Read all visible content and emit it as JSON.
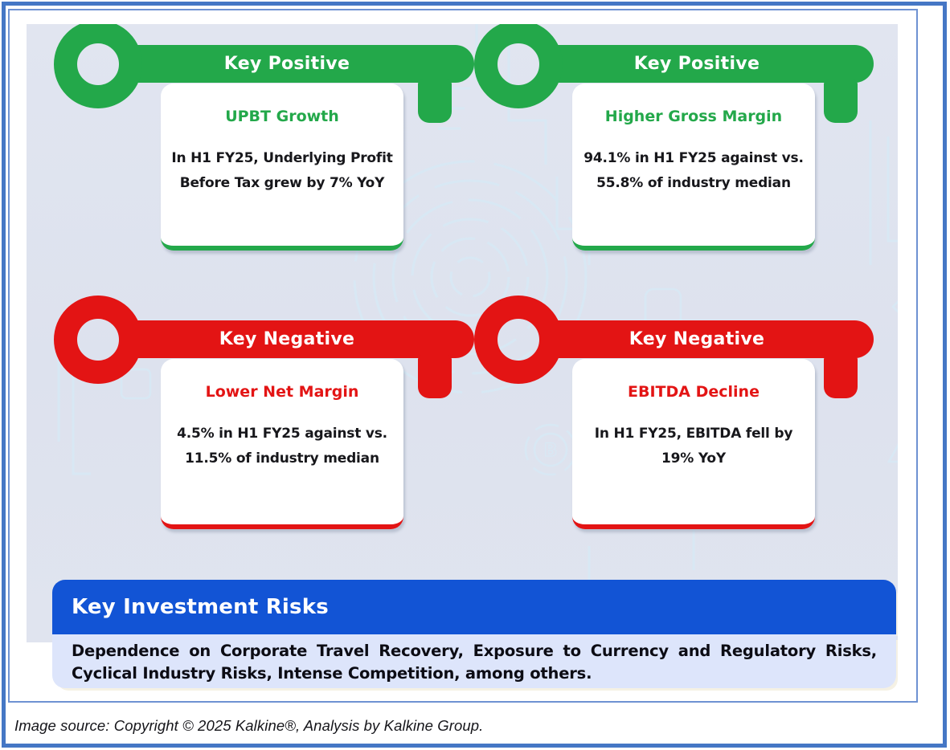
{
  "colors": {
    "green": "#23a84a",
    "red": "#e31414",
    "banner_blue": "#1254d5",
    "risks_bg": "#dde5fb",
    "frame_blue": "#4577c5",
    "panel_bg": "#dfe3ee"
  },
  "cards": [
    {
      "position": "top-left",
      "tone": "positive",
      "header": "Key Positive",
      "title": "UPBT Growth",
      "body": "In H1 FY25, Underlying Profit\nBefore Tax grew by 7% YoY"
    },
    {
      "position": "top-right",
      "tone": "positive",
      "header": "Key Positive",
      "title": "Higher Gross Margin",
      "body": "94.1% in H1 FY25 against vs.\n55.8% of industry median"
    },
    {
      "position": "bottom-left",
      "tone": "negative",
      "header": "Key Negative",
      "title": "Lower Net Margin",
      "body": "4.5% in H1 FY25 against vs.\n11.5% of industry median"
    },
    {
      "position": "bottom-right",
      "tone": "negative",
      "header": "Key Negative",
      "title": "EBITDA Decline",
      "body": "In H1 FY25, EBITDA fell by\n19% YoY"
    }
  ],
  "risks": {
    "header": "Key Investment Risks",
    "body": "Dependence on Corporate Travel Recovery, Exposure to Currency and Regulatory Risks, Cyclical Industry Risks, Intense Competition, among others."
  },
  "source": {
    "text": "Image source: Copyright © 2025 Kalkine®, Analysis by Kalkine Group."
  }
}
